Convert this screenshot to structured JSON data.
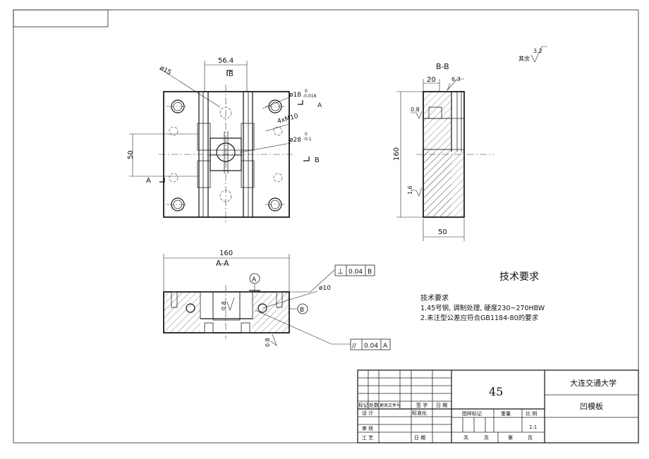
{
  "views": {
    "top": {
      "dim_width": "56.4",
      "dim_height": "50",
      "dia15": "ø15",
      "dia18": "ø18",
      "dia18_tol_up": "0",
      "dia18_tol_low": "-0.018",
      "dia28": "ø28",
      "dia28_tol_up": "0",
      "dia28_tol_low": "-0.1",
      "thread": "4xM10",
      "section_a": "A",
      "section_b": "B"
    },
    "side": {
      "title": "B-B",
      "dim_20": "20",
      "rough_63": "6.3",
      "rough_08": "0.8",
      "rough_16": "1.6",
      "dim_160": "160",
      "dim_50": "50"
    },
    "section": {
      "dim_160": "160",
      "title": "A-A",
      "datum_a": "A",
      "datum_b": "B",
      "dia10": "ø10",
      "rough_08a": "0.8",
      "rough_08b": "0.8",
      "perp_symbol": "⊥",
      "perp_value": "0.04",
      "perp_datum": "B",
      "par_symbol": "//",
      "par_value": "0.04",
      "par_datum": "A"
    }
  },
  "surface_finish": {
    "label": "其余",
    "value": "3.2"
  },
  "notes": {
    "heading": "技术要求",
    "subheading": "技术要求",
    "line1": "1.45号钢, 调制处理, 硬度230~270HBW",
    "line2": "2.未注型公差应符合GB1184-80的要求"
  },
  "title_block": {
    "material": "45",
    "university": "大连交通大学",
    "part_name": "凹模板",
    "scale": "1:1",
    "h_mark": "标记",
    "h_count": "处数",
    "h_docno": "更改文件号",
    "h_sign": "签 字",
    "h_date": "日 期",
    "h_design": "设 计",
    "h_std": "标准化",
    "h_review": "审 核",
    "h_process": "工 艺",
    "h_date2": "日 期",
    "h_stage": "图样标记",
    "h_weight": "重量",
    "h_scale": "比 例",
    "h_total": "共",
    "h_page1": "页",
    "h_sheet": "第",
    "h_page2": "页"
  }
}
